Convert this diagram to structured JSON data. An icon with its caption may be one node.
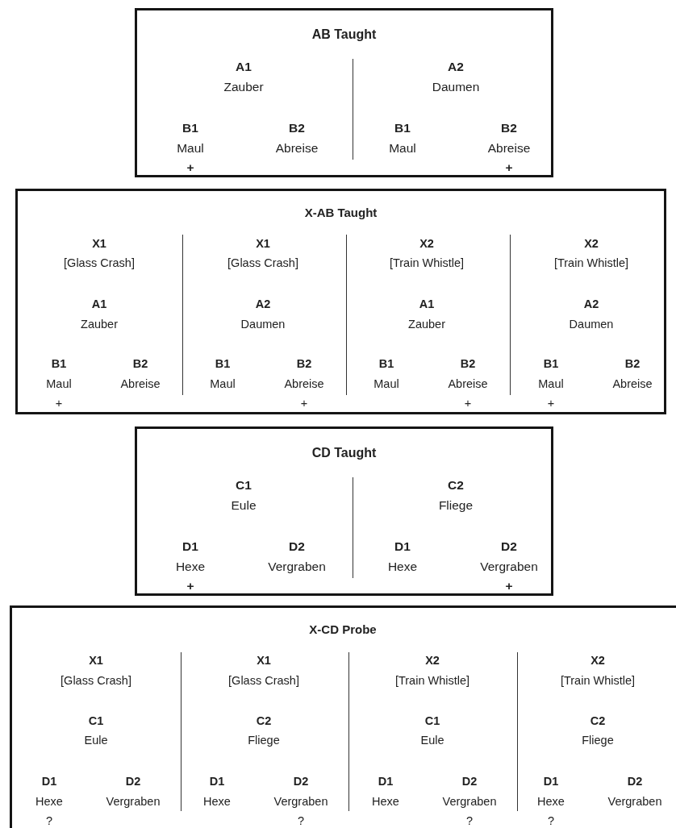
{
  "diagram": {
    "nodes": [
      {
        "text": [
          "AB Taught",
          "A1",
          "Zauber",
          "A2",
          "Daumen",
          "B1",
          "Maul",
          "B2",
          "Abreise",
          "B1",
          "Maul",
          "B2",
          "Abreise",
          "+",
          "+"
        ]
      },
      {
        "text": [
          "X-AB Taught",
          "X1",
          "[Glass Crash]",
          "X1",
          "[Glass Crash]",
          "X2",
          "[Train Whistle]",
          "X2",
          "[Train Whistle]",
          "A1",
          "Zauber",
          "A2",
          "Daumen",
          "A1",
          "Zauber",
          "A2",
          "Daumen",
          "B1",
          "Maul",
          "B2",
          "Abreise",
          "B1",
          "Maul",
          "B2",
          "Abreise",
          "B1",
          "Maul",
          "B2",
          "Abreise",
          "B1",
          "Maul",
          "B2",
          "Abreise",
          "+",
          "+",
          "+",
          "+"
        ]
      },
      {
        "text": [
          "CD Taught",
          "C1",
          "Eule",
          "C2",
          "Fliege",
          "D1",
          "Hexe",
          "D2",
          "Vergraben",
          "D1",
          "Hexe",
          "D2",
          "Vergraben",
          "+",
          "+"
        ]
      },
      {
        "text": [
          "X-CD Probe",
          "X1",
          "[Glass Crash]",
          "X1",
          "[Glass Crash]",
          "X2",
          "[Train Whistle]",
          "X2",
          "[Train Whistle]",
          "C1",
          "Eule",
          "C2",
          "Fliege",
          "C1",
          "Eule",
          "C2",
          "Fliege",
          "D1",
          "Hexe",
          "D2",
          "Vergraben",
          "D1",
          "Hexe",
          "D2",
          "Vergraben",
          "D1",
          "Hexe",
          "D2",
          "Vergraben",
          "D1",
          "Hexe",
          "D2",
          "Vergraben",
          "?",
          "?",
          "?",
          "?"
        ]
      }
    ]
  }
}
